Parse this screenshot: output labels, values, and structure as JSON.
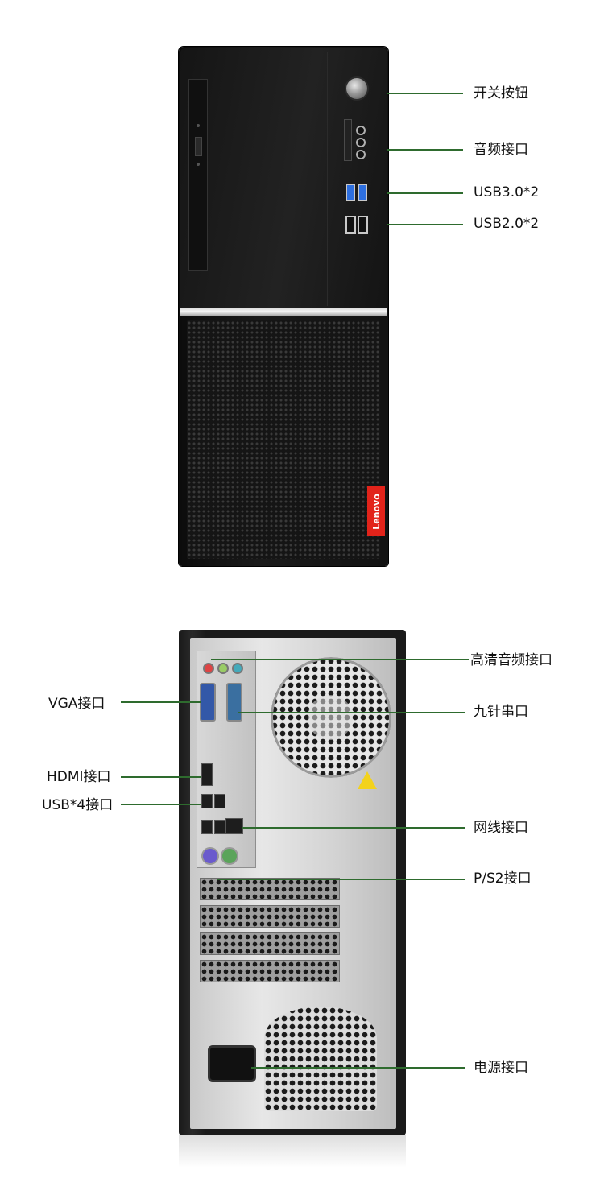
{
  "front_labels": {
    "power": "开关按钮",
    "audio": "音频接口",
    "usb3": "USB3.0*2",
    "usb2": "USB2.0*2"
  },
  "rear_labels": {
    "hd_audio": "高清音频接口",
    "vga": "VGA接口",
    "serial": "九针串口",
    "hdmi": "HDMI接口",
    "usb4": "USB*4接口",
    "lan": "网线接口",
    "ps2": "P/S2接口",
    "power_socket": "电源接口"
  },
  "brand": {
    "logo_text": "Lenovo",
    "logo_color": "#e2231a"
  },
  "colors": {
    "leader_line": "#2e6b2e",
    "usb3_port": "#2d6fe0"
  }
}
